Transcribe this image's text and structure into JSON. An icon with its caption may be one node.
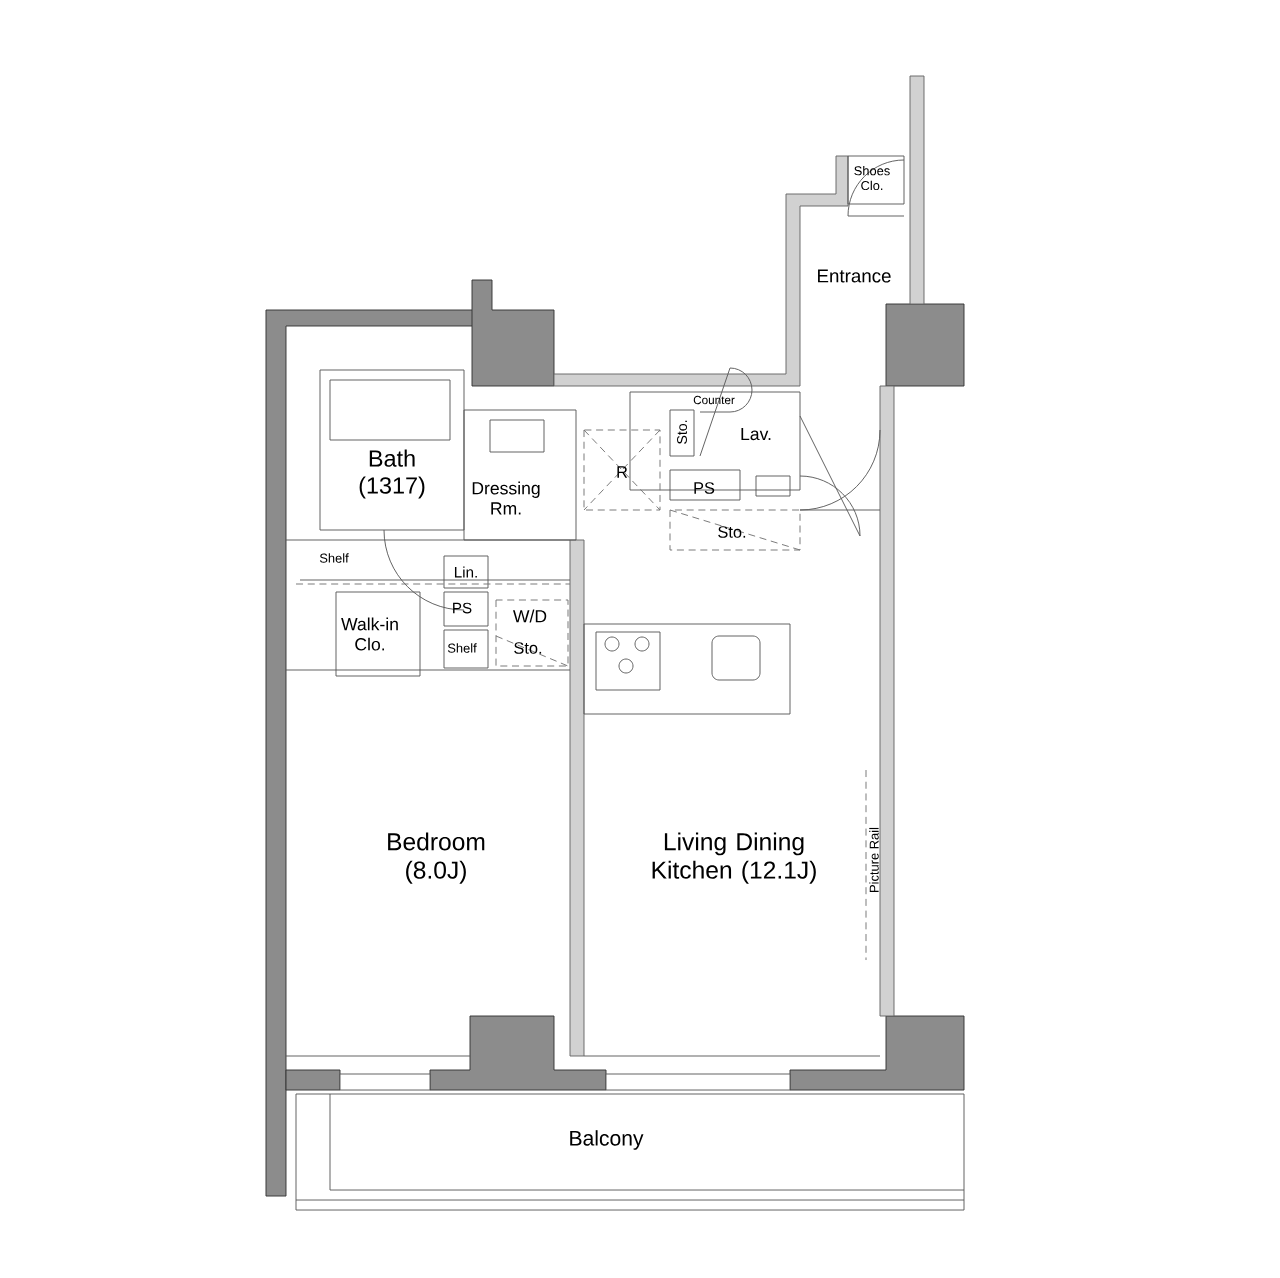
{
  "diagram": {
    "labels": [
      "Shoes Clo.",
      "Entrance",
      "Counter",
      "Sto.",
      "Lav.",
      "Bath (1317)",
      "Dressing Rm.",
      "R",
      "PS",
      "Sto.",
      "Shelf",
      "Lin.",
      "PS",
      "W/D",
      "Walk-in Clo.",
      "Shelf",
      "Sto.",
      "Bedroom (8.0J)",
      "Living Dining Kitchen (12.1J)",
      "Picture Rail",
      "Balcony"
    ]
  }
}
